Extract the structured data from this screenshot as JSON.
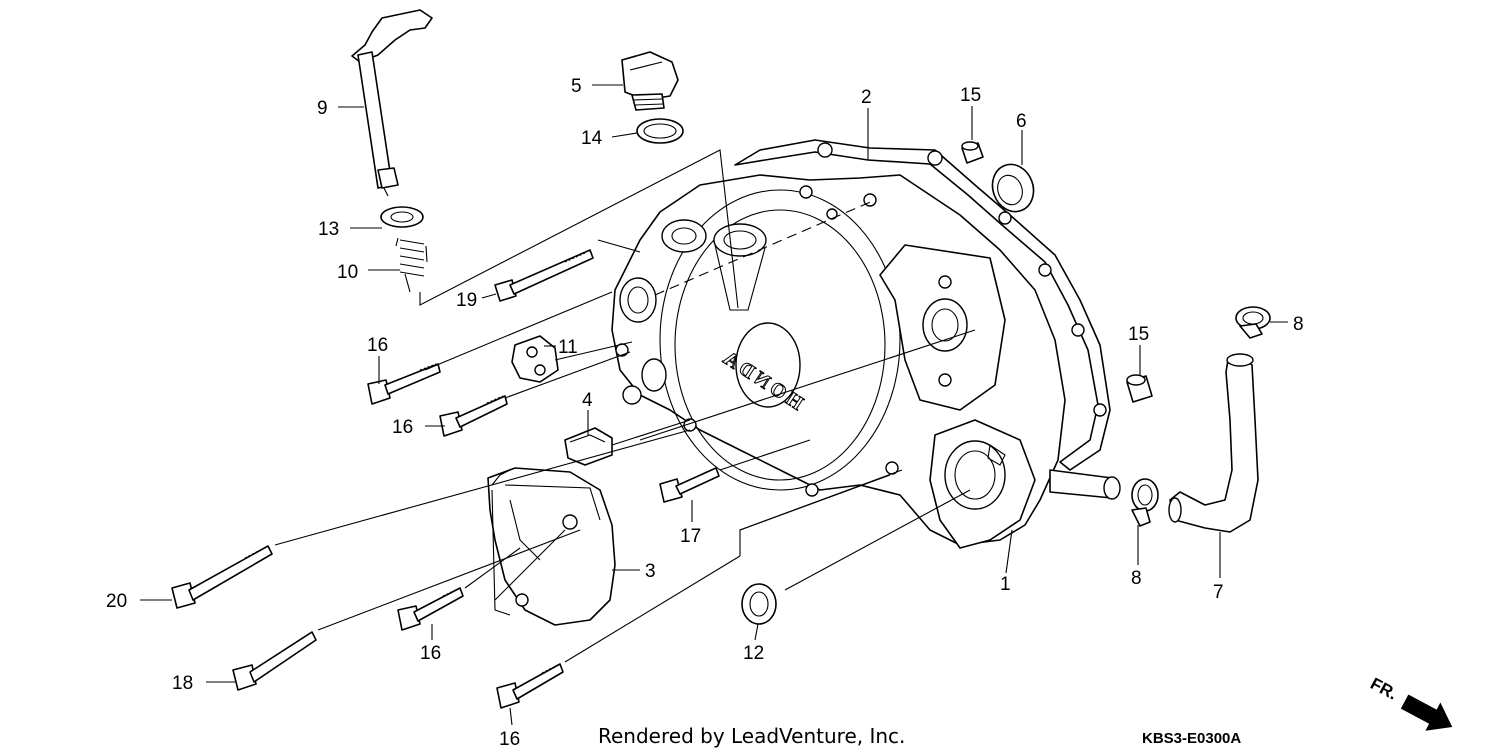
{
  "diagram": {
    "footer_text": "Rendered by LeadVenture, Inc.",
    "diagram_code": "KBS3-E0300A",
    "direction_label": "FR.",
    "brand_text": "HONDA",
    "callouts": {
      "c1": "1",
      "c2": "2",
      "c3": "3",
      "c4": "4",
      "c5": "5",
      "c6": "6",
      "c7": "7",
      "c8a": "8",
      "c8b": "8",
      "c9": "9",
      "c10": "10",
      "c11": "11",
      "c12": "12",
      "c13": "13",
      "c14": "14",
      "c15a": "15",
      "c15b": "15",
      "c16a": "16",
      "c16b": "16",
      "c16c": "16",
      "c16d": "16",
      "c17": "17",
      "c18": "18",
      "c19": "19",
      "c20": "20"
    }
  }
}
